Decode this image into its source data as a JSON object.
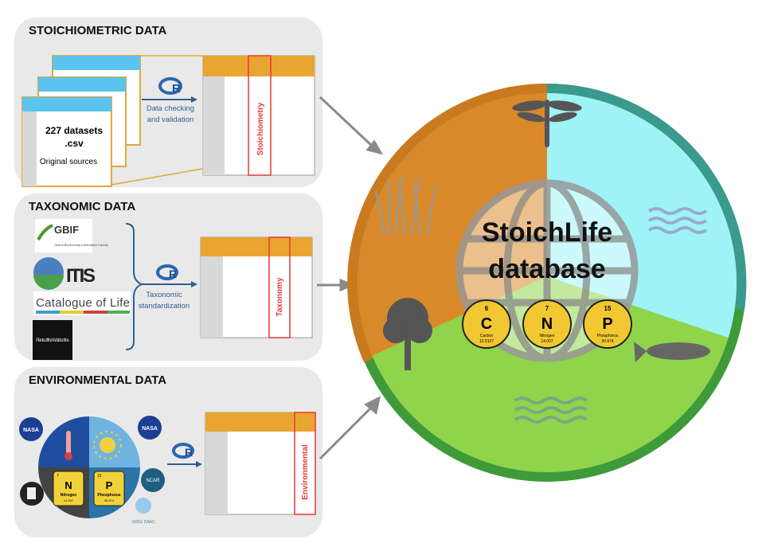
{
  "stoichiometric": {
    "title": "STOICHIOMETRIC DATA",
    "datasets_line1": "227 datasets",
    "datasets_line2": ".csv",
    "sources": "Original sources",
    "step_line1": "Data checking",
    "step_line2": "and validation",
    "column": "Stoichiometry"
  },
  "taxonomic": {
    "title": "TAXONOMIC DATA",
    "logos": [
      "GBIF",
      "Global Biodiversity Information Facility",
      "ITIS",
      "Catalogue of Life",
      "Plants of the World online"
    ],
    "step_line1": "Taxonomic",
    "step_line2": "standardization",
    "column": "Taxonomy"
  },
  "environmental": {
    "title": "ENVIRONMENTAL DATA",
    "logos": [
      "NASA",
      "NASA",
      "NCAR",
      "ORNL DAAC"
    ],
    "elements": [
      {
        "number": "7",
        "symbol": "N",
        "name": "Nitrogen",
        "mass": "14.007"
      },
      {
        "number": "15",
        "symbol": "P",
        "name": "Phosphorus",
        "mass": "30.974"
      }
    ],
    "column": "Environmental"
  },
  "database": {
    "title_line1": "StoichLife",
    "title_line2": "database",
    "elements": [
      {
        "number": "6",
        "symbol": "C",
        "name": "Carbon",
        "mass": "12.0107"
      },
      {
        "number": "7",
        "symbol": "N",
        "name": "Nitrogen",
        "mass": "14.007"
      },
      {
        "number": "15",
        "symbol": "P",
        "name": "Phosphorus",
        "mass": "30.974"
      }
    ]
  },
  "colors": {
    "terrestrial": "#d9892a",
    "freshwater": "#9ff3f7",
    "marine_ground": "#8fd44a",
    "table_header": "#e8a630",
    "csv_header": "#5bc3ee",
    "arrow": "#2f5f8f",
    "highlight": "#e53935"
  }
}
